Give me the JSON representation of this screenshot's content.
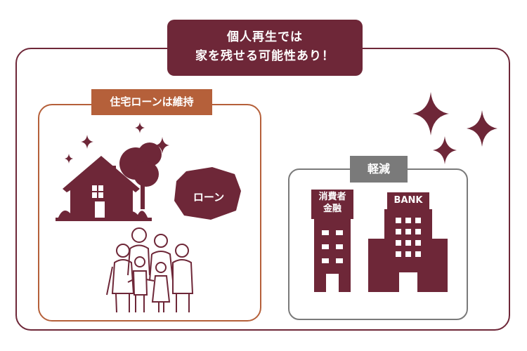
{
  "title": {
    "line1": "個人再生では",
    "line2": "家を残せる可能性あり！"
  },
  "left_panel": {
    "label": "住宅ローンは維持",
    "loan_text": "ローン"
  },
  "right_panel": {
    "label": "軽減",
    "consumer_finance_line1": "消費者",
    "consumer_finance_line2": "金融",
    "bank_text": "BANK"
  },
  "colors": {
    "primary": "#6e2738",
    "accent": "#b5603a",
    "neutral": "#7a7a7a"
  },
  "icons": [
    "sparkle-icon",
    "house-icon",
    "loan-rock-icon",
    "family-icon",
    "consumer-finance-building-icon",
    "bank-building-icon"
  ]
}
